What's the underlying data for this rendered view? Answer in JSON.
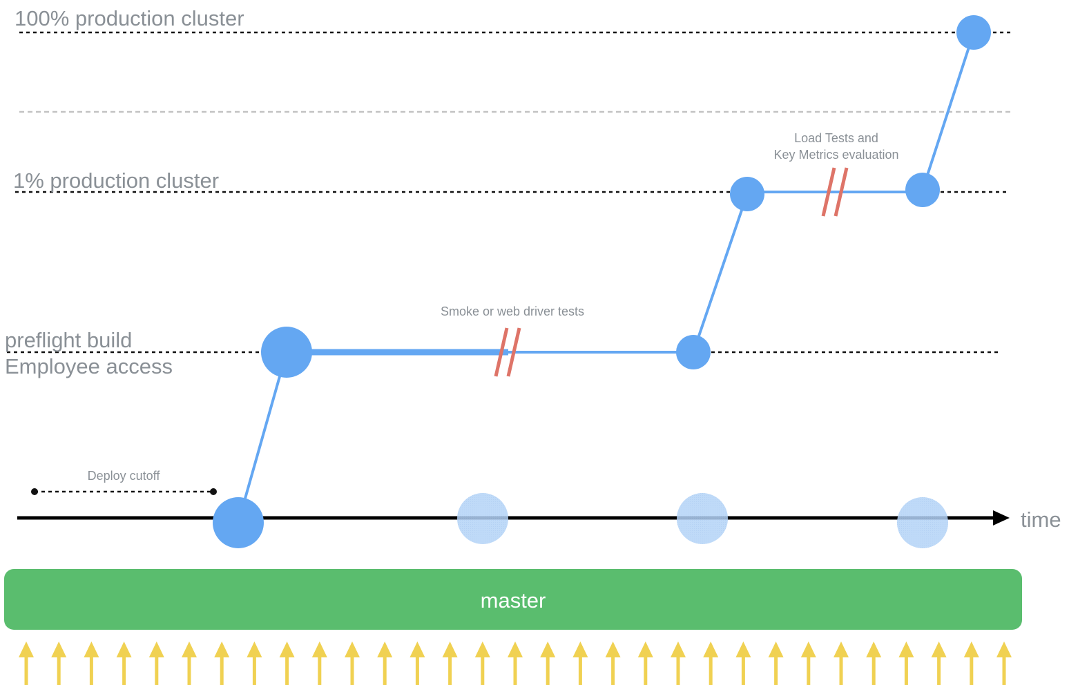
{
  "levels": {
    "prod100": "100% production cluster",
    "prod1": "1% production cluster",
    "preflight_line1": "preflight build",
    "preflight_line2": "Employee access"
  },
  "annotations": {
    "deploy_cutoff": "Deploy cutoff",
    "smoke_tests": "Smoke or web driver tests",
    "load_tests_line1": "Load Tests and",
    "load_tests_line2": "Key Metrics evaluation"
  },
  "axis": {
    "label": "time"
  },
  "branch": {
    "label": "master"
  },
  "colors": {
    "blue": "#64a7f2",
    "light_blue": "#b4d3f7",
    "green": "#5abd6e",
    "yellow": "#f0d152",
    "break_mark": "#de7468",
    "text_gray": "#8a9096"
  }
}
